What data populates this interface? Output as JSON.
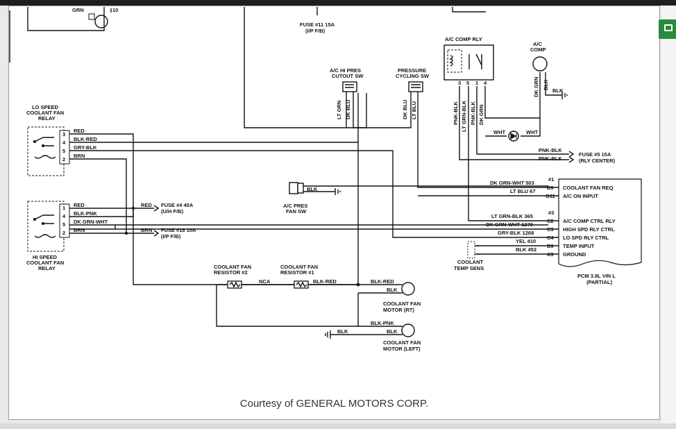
{
  "caption": "Courtesy of GENERAL MOTORS CORP.",
  "toolbar": {
    "print_icon": "printer-icon",
    "print_color": "#2a8a3e"
  },
  "labels": {
    "grn_top": "GRN",
    "pin_10": "10",
    "fuse11_a": "FUSE #11 15A",
    "fuse11_b": "(I/P F/B)",
    "lo_relay_1": "LO SPEED",
    "lo_relay_2": "COOLANT FAN",
    "lo_relay_3": "RELAY",
    "hi_relay_1": "HI SPEED",
    "hi_relay_2": "COOLANT FAN",
    "hi_relay_3": "RELAY",
    "lo_w1": "RED",
    "lo_w2": "BLK-RED",
    "lo_w3": "GRY-BLK",
    "lo_w4": "BRN",
    "lo_p1": "3",
    "lo_p2": "4",
    "lo_p3": "5",
    "lo_p4": "2",
    "hi_w1": "RED",
    "hi_w2": "BLK-PNK",
    "hi_w3": "DK GRN-WHT",
    "hi_w4": "BRN",
    "hi_p1": "1",
    "hi_p2": "4",
    "hi_p3": "5",
    "hi_p4": "2",
    "fuse4_red": "RED",
    "fuse4_a": "FUSE #4 40A",
    "fuse4_b": "(U/H F/B)",
    "fuse18_brn": "BRN",
    "fuse18_a": "FUSE #18 10A",
    "fuse18_b": "(I/P F/B)",
    "hipres_1": "A/C HI PRES",
    "hipres_2": "CUTOUT SW",
    "hipres_w1": "LT GRN",
    "hipres_w2": "DK BLU",
    "pcsw_1": "PRESSURE",
    "pcsw_2": "CYCLING SW",
    "pcsw_w1": "DK BLU",
    "pcsw_w2": "LT BLU",
    "acrly": "A/C COMP RLY",
    "acrly_p1": "3",
    "acrly_p2": "5",
    "acrly_p3": "1",
    "acrly_p4": "4",
    "acrly_w1": "PNK-BLK",
    "acrly_w2": "LT GRN-BLK",
    "acrly_w3": "PNK-BLK",
    "acrly_w4": "DK GRN",
    "accomp_1": "A/C",
    "accomp_2": "COMP",
    "accomp_w1": "DK GRN",
    "accomp_w2": "BLK",
    "accomp_blk": "BLK",
    "wht_1": "WHT",
    "wht_2": "WHT",
    "fuse5_w1": "PNK-BLK",
    "fuse5_w2": "PNK-BLK",
    "fuse5_a": "FUSE #5 15A",
    "fuse5_b": "(RLY CENTER)",
    "acpres_blk": "BLK",
    "acpres_1": "A/C PRES",
    "acpres_2": "FAN SW",
    "pcm_w1": "DK GRN-WHT 503",
    "pcm_w2": "LT BLU 67",
    "pcm_w3": "LT GRN-BLK 365",
    "pcm_w4": "DK GRN-WHT 1270",
    "pcm_w5": "GRY-BLK 1268",
    "pcm_w6": "YEL 410",
    "pcm_w7": "BLK 452",
    "pcm_c1": "#1",
    "pcm_c2": "D9",
    "pcm_c3": "G11",
    "pcm_c4": "#3",
    "pcm_c5": "C2",
    "pcm_c6": "C3",
    "pcm_c7": "C4",
    "pcm_c8": "B9",
    "pcm_c9": "A9",
    "pcm_f1": "COOLANT FAN REQ",
    "pcm_f2": "A/C ON INPUT",
    "pcm_f3": "A/C COMP CTRL RLY",
    "pcm_f4": "HIGH SPD RLY CTRL",
    "pcm_f5": "LO SPD RLY CTRL",
    "pcm_f6": "TEMP INPUT",
    "pcm_f7": "GROUND",
    "pcm_name_1": "PCM 3.8L VIN L",
    "pcm_name_2": "(PARTIAL)",
    "cts_1": "COOLANT",
    "cts_2": "TEMP SENS",
    "res2_1": "COOLANT FAN",
    "res2_2": "RESISTOR #2",
    "res1_1": "COOLANT FAN",
    "res1_2": "RESISTOR #1",
    "nca": "NCA",
    "res_blkred": "BLK-RED",
    "rt_w1": "BLK-RED",
    "rt_w2": "BLK",
    "rt_1": "COOLANT FAN",
    "rt_2": "MOTOR (RT)",
    "lt_w1": "BLK-PNK",
    "lt_w2": "BLK",
    "lt_gnd_blk": "BLK",
    "lt_1": "COOLANT FAN",
    "lt_2": "MOTOR (LEFT)"
  }
}
